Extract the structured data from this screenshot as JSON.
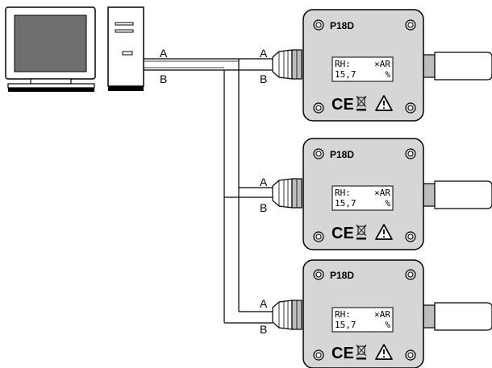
{
  "computer": {
    "line_a_label": "A",
    "line_b_label": "B"
  },
  "devices": [
    {
      "model": "P18D",
      "terminal_a": "A",
      "terminal_b": "B",
      "display": {
        "line1_left": "RH:",
        "line1_right": "×AR",
        "line2_left": "15,7",
        "line2_right": "%"
      },
      "marks": {
        "ce": "CE"
      }
    },
    {
      "model": "P18D",
      "terminal_a": "A",
      "terminal_b": "B",
      "display": {
        "line1_left": "RH:",
        "line1_right": "×AR",
        "line2_left": "15,7",
        "line2_right": "%"
      },
      "marks": {
        "ce": "CE"
      }
    },
    {
      "model": "P18D",
      "terminal_a": "A",
      "terminal_b": "B",
      "display": {
        "line1_left": "RH:",
        "line1_right": "×AR",
        "line2_left": "15,7",
        "line2_right": "%"
      },
      "marks": {
        "ce": "CE"
      }
    }
  ]
}
